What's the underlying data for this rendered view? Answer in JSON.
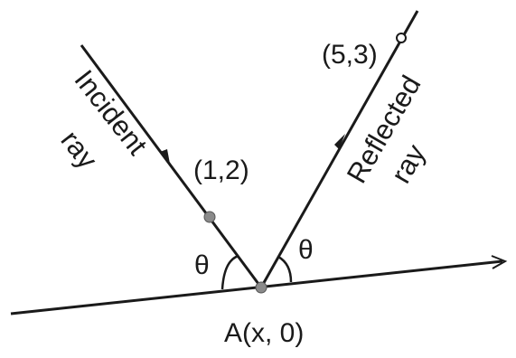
{
  "labels": {
    "incident_line1": "Incident",
    "incident_line2": "ray",
    "reflected_line1": "Reflected",
    "reflected_line2": "ray",
    "point_incident": "(1,2)",
    "point_reflected": "(5,3)",
    "point_A": "A(x, 0)",
    "angle_left": "θ",
    "angle_right": "θ"
  },
  "colors": {
    "ink": "#1a1a1a",
    "dot": "#8a8a8a"
  }
}
